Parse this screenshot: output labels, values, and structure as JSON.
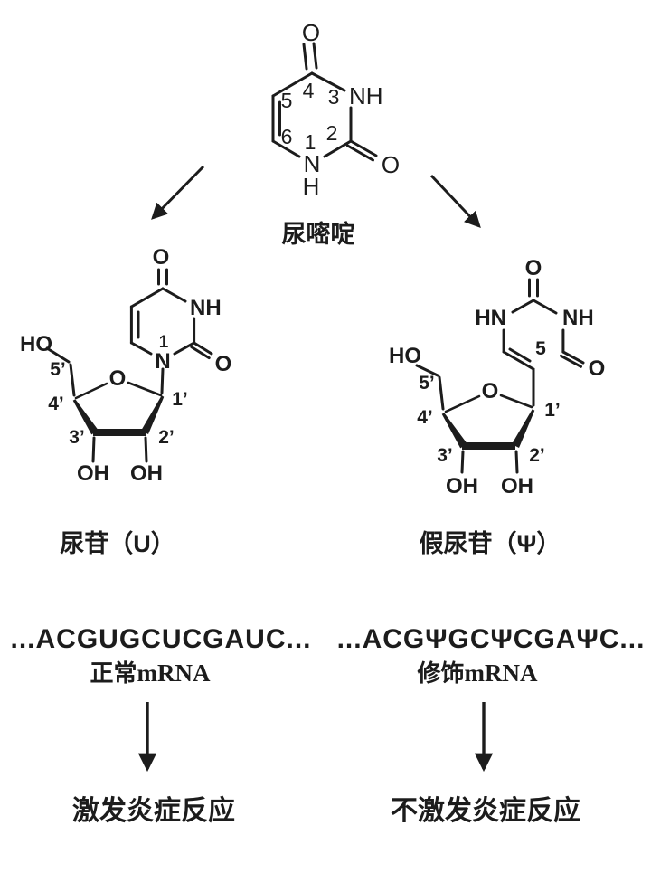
{
  "colors": {
    "ink": "#1c1c1c",
    "background": "#ffffff"
  },
  "uracil": {
    "name_label": "尿嘧啶",
    "atoms": {
      "o_top": "O",
      "nh": "NH",
      "n_bottom": "N",
      "h_bottom": "H",
      "o_right": "O"
    },
    "positions": {
      "p4": "4",
      "p3": "3",
      "p5": "5",
      "p6": "6",
      "p1": "1",
      "p2": "2"
    }
  },
  "uridine": {
    "name_label": "尿苷（U）",
    "atoms": {
      "o_top": "O",
      "nh": "NH",
      "o_right": "O",
      "n1": "N",
      "ring_o": "O",
      "ho": "HO",
      "oh_3": "OH",
      "oh_2": "OH"
    },
    "positions": {
      "n1": "1",
      "c5": "5’",
      "c4": "4’",
      "c3": "3’",
      "c2": "2’",
      "c1": "1’"
    }
  },
  "pseudouridine": {
    "name_label": "假尿苷（Ψ）",
    "atoms": {
      "o_top": "O",
      "hn": "HN",
      "nh": "NH",
      "o_right": "O",
      "ring_o": "O",
      "ho": "HO",
      "oh_3": "OH",
      "oh_2": "OH"
    },
    "positions": {
      "c5_ring": "5",
      "c5": "5’",
      "c4": "4’",
      "c3": "3’",
      "c2": "2’",
      "c1": "1’"
    }
  },
  "normal": {
    "sequence": "...ACGUGCUCGAUC...",
    "label_cn": "正常",
    "label_en": "mRNA",
    "outcome": "激发炎症反应"
  },
  "modified": {
    "sequence": "...ACGΨGCΨCGAΨC...",
    "label_cn": "修饰",
    "label_en": "mRNA",
    "outcome": "不激发炎症反应"
  }
}
